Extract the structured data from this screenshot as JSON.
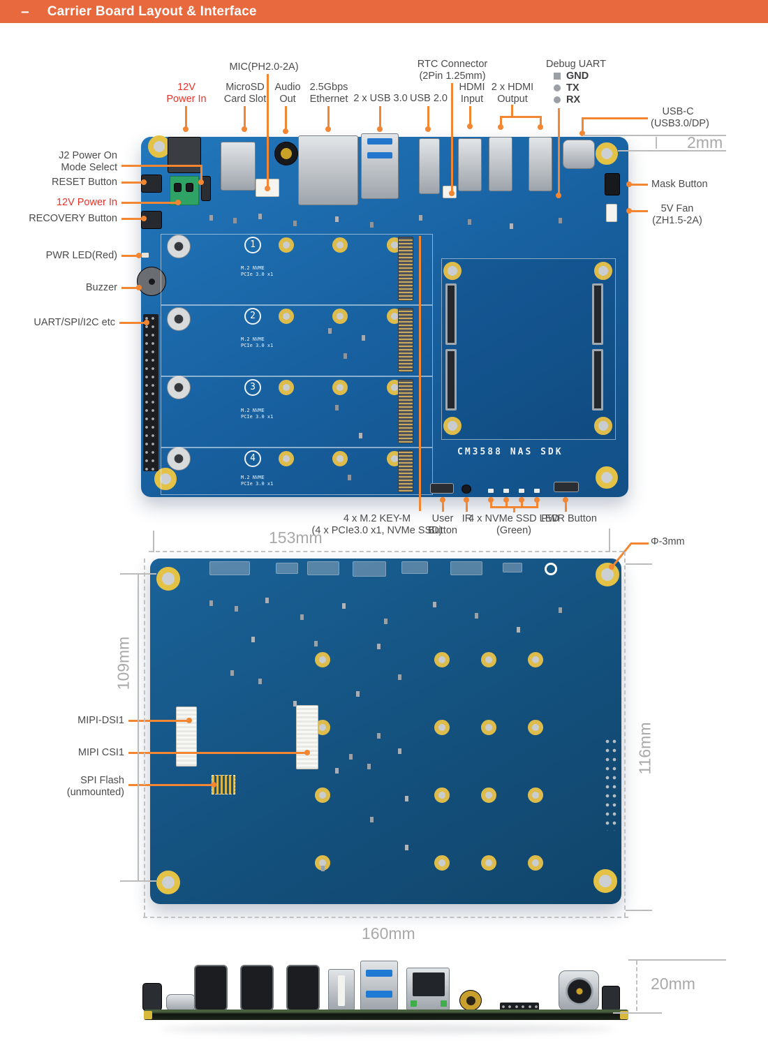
{
  "header": {
    "dash": "–",
    "title": "Carrier Board Layout & Interface"
  },
  "colors": {
    "header_orange": "#E8693E",
    "callout_orange": "#F28632",
    "label_red": "#E8342A",
    "pcb_front_blue": "#1A6DB2",
    "pcb_back_blue": "#15577F",
    "dim_gray": "#A9A9A9"
  },
  "front": {
    "mic": "MIC(PH2.0-2A)",
    "rtc": [
      "RTC Connector",
      "(2Pin 1.25mm)"
    ],
    "debug": {
      "title": "Debug UART",
      "pins": [
        {
          "marker": "square",
          "label": "GND"
        },
        {
          "marker": "circle",
          "label": "TX"
        },
        {
          "marker": "circle",
          "label": "RX"
        }
      ]
    },
    "top": {
      "power12v": [
        "12V",
        "Power In"
      ],
      "microsd": [
        "MicroSD",
        "Card Slot"
      ],
      "audio": [
        "Audio",
        "Out"
      ],
      "ethernet": [
        "2.5Gbps",
        "Ethernet"
      ],
      "usb3": "2 x USB 3.0",
      "usb2": "USB 2.0",
      "hdmi_in": [
        "HDMI",
        "Input"
      ],
      "hdmi_out": [
        "2 x HDMI",
        "Output"
      ],
      "usbc": [
        "USB-C",
        "(USB3.0/DP)"
      ]
    },
    "left": {
      "j2": [
        "J2 Power On",
        "Mode Select"
      ],
      "reset": "RESET Button",
      "power12v": "12V Power In",
      "recovery": "RECOVERY Button",
      "pwr_led": "PWR LED(Red)",
      "buzzer": "Buzzer",
      "uart": "UART/SPI/I2C etc"
    },
    "right": {
      "mask": "Mask Button",
      "fan": [
        "5V Fan",
        "(ZH1.5-2A)"
      ]
    },
    "bottom": {
      "m2": [
        "4 x M.2 KEY-M",
        "(4 x PCIe3.0 x1, NVMe SSD)"
      ],
      "user": [
        "User",
        "Button"
      ],
      "ir": "IR",
      "nvme_led": [
        "4 x NVMe SSD LED",
        "(Green)"
      ],
      "pwr": "PWR Button"
    },
    "dim_2mm": "2mm",
    "board": {
      "model": "CM3588 NAS SDK",
      "slot_nums": [
        "1",
        "2",
        "3",
        "4"
      ],
      "slot_text": [
        "M.2 NVME",
        "PCIe 3.0 x1"
      ]
    }
  },
  "back": {
    "labels": {
      "dsi": "MIPI-DSI1",
      "csi": "MIPI CSI1",
      "spi": [
        "SPI Flash",
        "(unmounted)"
      ]
    },
    "dims": {
      "top": "153mm",
      "left": "109mm",
      "right": "116mm",
      "bottom": "160mm",
      "hole": "Φ-3mm"
    }
  },
  "side": {
    "dim": "20mm"
  }
}
